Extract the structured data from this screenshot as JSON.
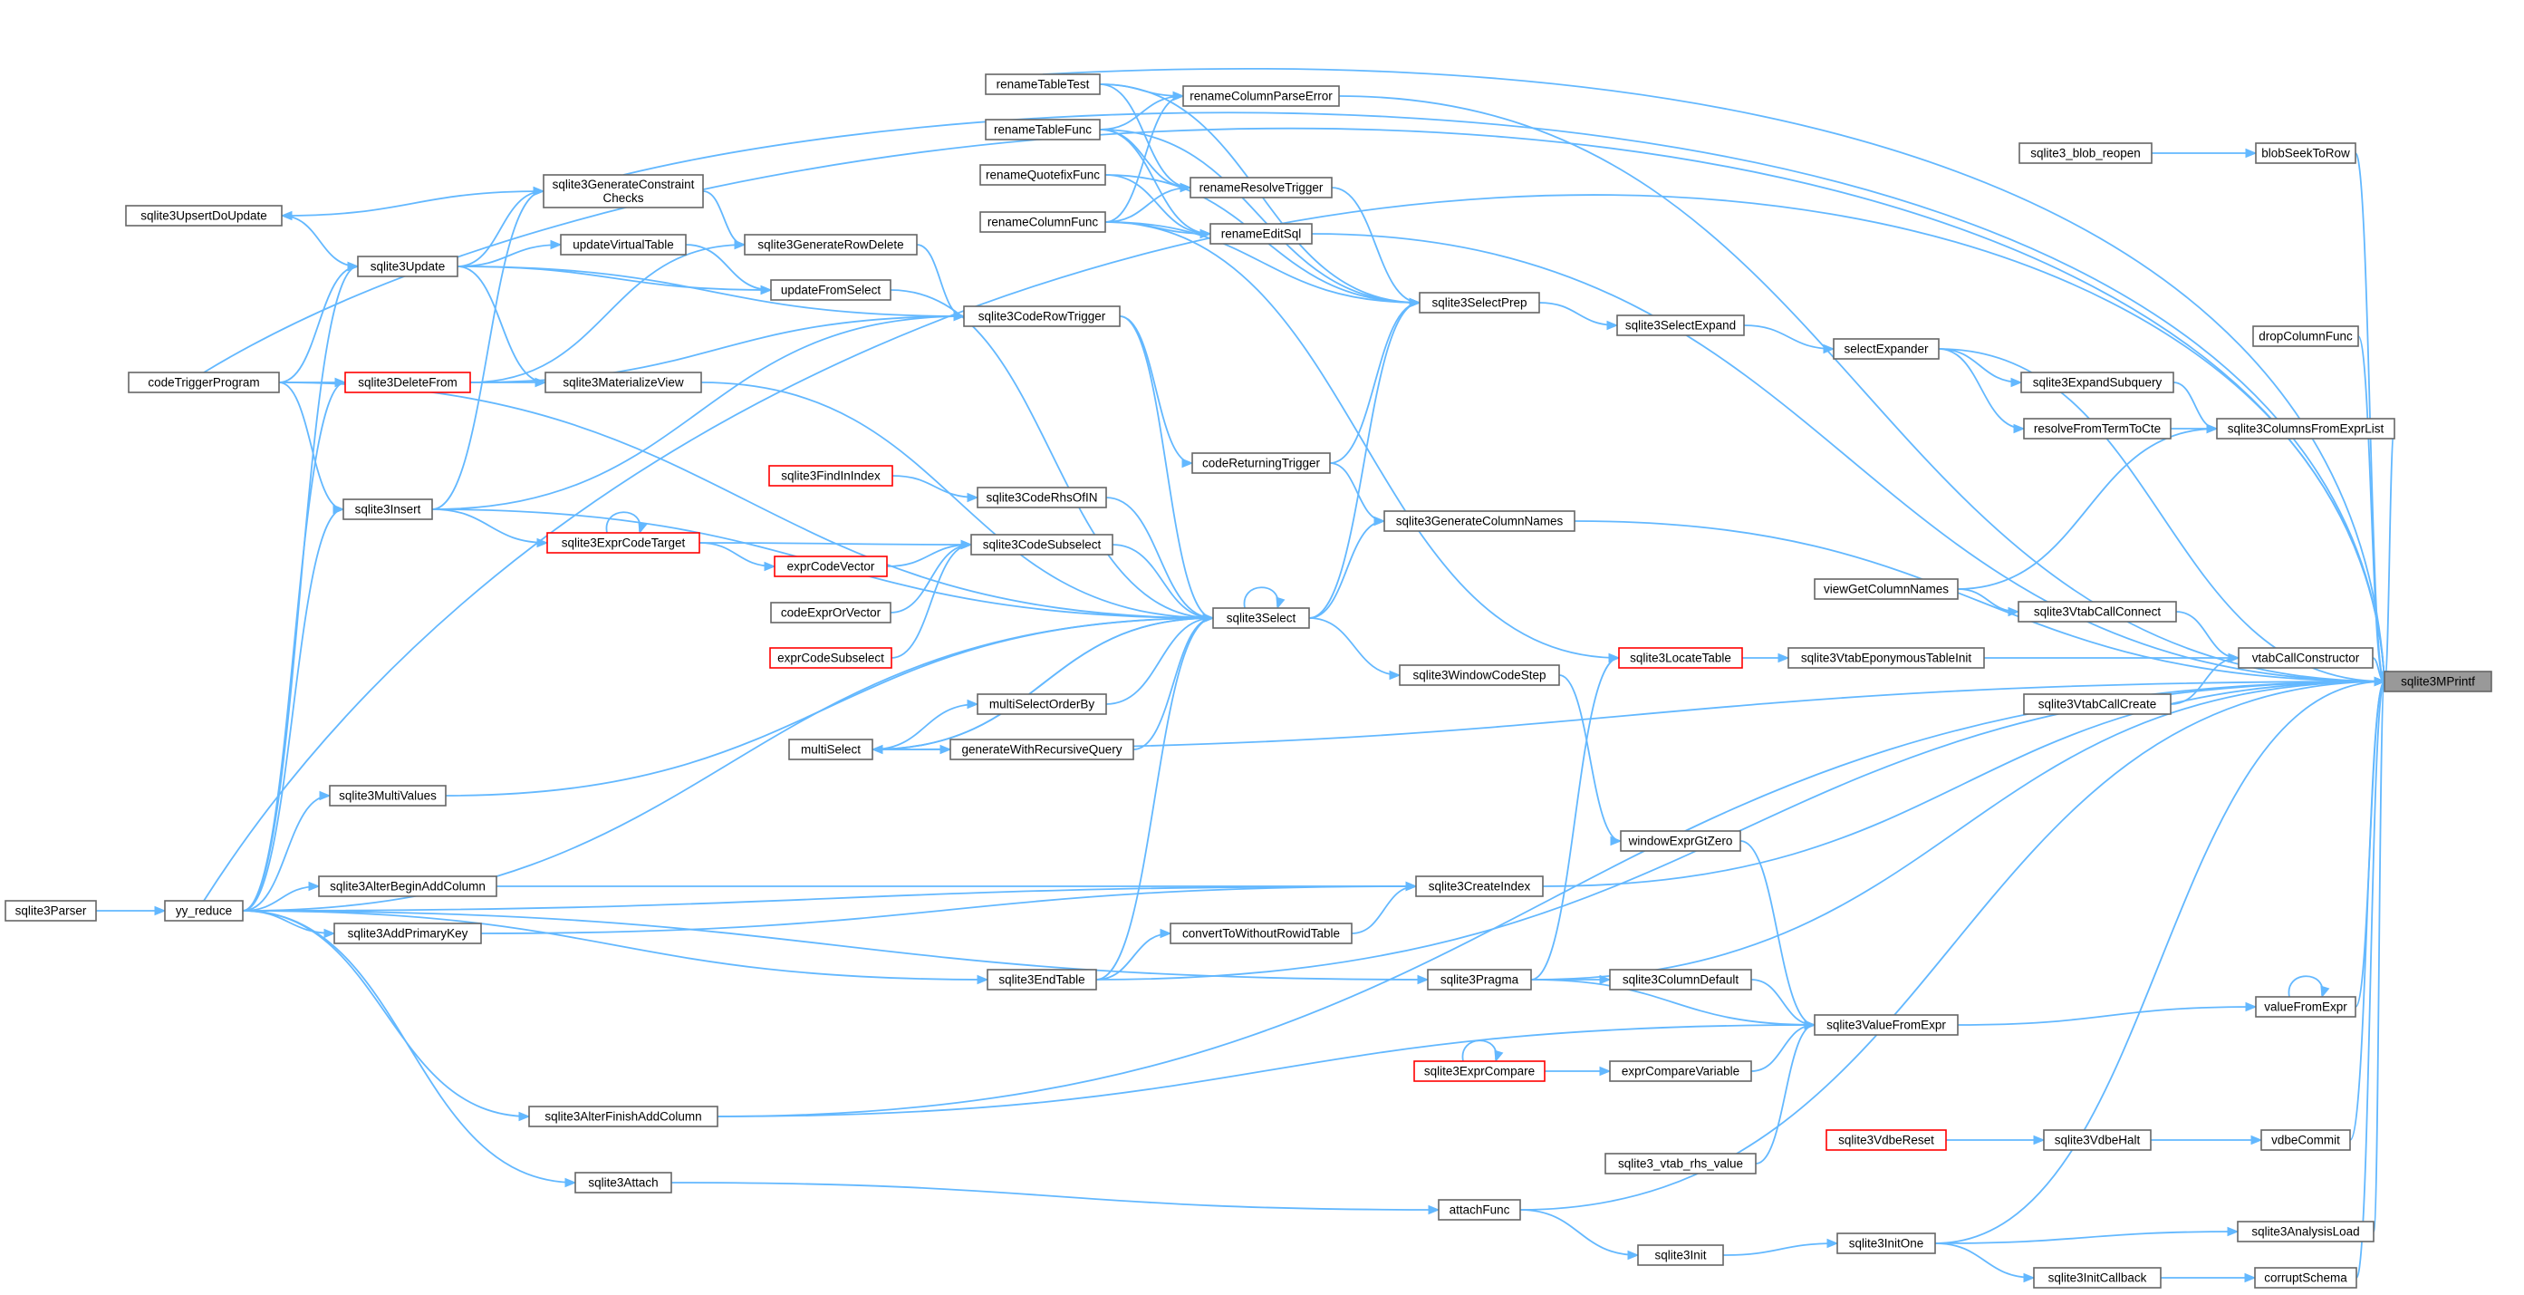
{
  "graph": {
    "root": "sqlite3MPrintf",
    "colors": {
      "edge": "#63b8ff",
      "node_border": "#666666",
      "highlight_border": "#ff0000",
      "root_fill": "#999999"
    },
    "nodes": [
      {
        "id": "sqlite3MPrintf",
        "label": "sqlite3MPrintf",
        "style": "root"
      },
      {
        "id": "renameTableTest",
        "label": "renameTableTest"
      },
      {
        "id": "renameColumnParseError",
        "label": "renameColumnParseError"
      },
      {
        "id": "renameTableFunc",
        "label": "renameTableFunc"
      },
      {
        "id": "renameQuotefixFunc",
        "label": "renameQuotefixFunc"
      },
      {
        "id": "renameResolveTrigger",
        "label": "renameResolveTrigger"
      },
      {
        "id": "renameColumnFunc",
        "label": "renameColumnFunc"
      },
      {
        "id": "renameEditSql",
        "label": "renameEditSql"
      },
      {
        "id": "sqlite3_blob_reopen",
        "label": "sqlite3_blob_reopen"
      },
      {
        "id": "blobSeekToRow",
        "label": "blobSeekToRow"
      },
      {
        "id": "sqlite3UpsertDoUpdate",
        "label": "sqlite3UpsertDoUpdate"
      },
      {
        "id": "sqlite3GenerateConstraintChecks",
        "label": "sqlite3GenerateConstraint\nChecks"
      },
      {
        "id": "sqlite3Update",
        "label": "sqlite3Update"
      },
      {
        "id": "updateVirtualTable",
        "label": "updateVirtualTable"
      },
      {
        "id": "sqlite3GenerateRowDelete",
        "label": "sqlite3GenerateRowDelete"
      },
      {
        "id": "updateFromSelect",
        "label": "updateFromSelect"
      },
      {
        "id": "sqlite3SelectPrep",
        "label": "sqlite3SelectPrep"
      },
      {
        "id": "sqlite3SelectExpand",
        "label": "sqlite3SelectExpand"
      },
      {
        "id": "sqlite3CodeRowTrigger",
        "label": "sqlite3CodeRowTrigger"
      },
      {
        "id": "selectExpander",
        "label": "selectExpander"
      },
      {
        "id": "dropColumnFunc",
        "label": "dropColumnFunc"
      },
      {
        "id": "codeTriggerProgram",
        "label": "codeTriggerProgram"
      },
      {
        "id": "sqlite3DeleteFrom",
        "label": "sqlite3DeleteFrom",
        "style": "red"
      },
      {
        "id": "sqlite3MaterializeView",
        "label": "sqlite3MaterializeView"
      },
      {
        "id": "sqlite3ExpandSubquery",
        "label": "sqlite3ExpandSubquery"
      },
      {
        "id": "resolveFromTermToCte",
        "label": "resolveFromTermToCte"
      },
      {
        "id": "sqlite3ColumnsFromExprList",
        "label": "sqlite3ColumnsFromExprList"
      },
      {
        "id": "codeReturningTrigger",
        "label": "codeReturningTrigger"
      },
      {
        "id": "sqlite3FindInIndex",
        "label": "sqlite3FindInIndex",
        "style": "red"
      },
      {
        "id": "sqlite3CodeRhsOfIN",
        "label": "sqlite3CodeRhsOfIN"
      },
      {
        "id": "sqlite3Insert",
        "label": "sqlite3Insert"
      },
      {
        "id": "sqlite3GenerateColumnNames",
        "label": "sqlite3GenerateColumnNames"
      },
      {
        "id": "sqlite3ExprCodeTarget",
        "label": "sqlite3ExprCodeTarget",
        "style": "red"
      },
      {
        "id": "sqlite3CodeSubselect",
        "label": "sqlite3CodeSubselect"
      },
      {
        "id": "exprCodeVector",
        "label": "exprCodeVector",
        "style": "red"
      },
      {
        "id": "viewGetColumnNames",
        "label": "viewGetColumnNames"
      },
      {
        "id": "codeExprOrVector",
        "label": "codeExprOrVector"
      },
      {
        "id": "sqlite3Select",
        "label": "sqlite3Select"
      },
      {
        "id": "sqlite3VtabCallConnect",
        "label": "sqlite3VtabCallConnect"
      },
      {
        "id": "exprCodeSubselect",
        "label": "exprCodeSubselect",
        "style": "red"
      },
      {
        "id": "sqlite3LocateTable",
        "label": "sqlite3LocateTable",
        "style": "red"
      },
      {
        "id": "sqlite3VtabEponymousTableInit",
        "label": "sqlite3VtabEponymousTableInit"
      },
      {
        "id": "vtabCallConstructor",
        "label": "vtabCallConstructor"
      },
      {
        "id": "sqlite3WindowCodeStep",
        "label": "sqlite3WindowCodeStep"
      },
      {
        "id": "multiSelectOrderBy",
        "label": "multiSelectOrderBy"
      },
      {
        "id": "sqlite3VtabCallCreate",
        "label": "sqlite3VtabCallCreate"
      },
      {
        "id": "multiSelect",
        "label": "multiSelect"
      },
      {
        "id": "generateWithRecursiveQuery",
        "label": "generateWithRecursiveQuery"
      },
      {
        "id": "sqlite3MultiValues",
        "label": "sqlite3MultiValues"
      },
      {
        "id": "windowExprGtZero",
        "label": "windowExprGtZero"
      },
      {
        "id": "sqlite3AlterBeginAddColumn",
        "label": "sqlite3AlterBeginAddColumn"
      },
      {
        "id": "sqlite3CreateIndex",
        "label": "sqlite3CreateIndex"
      },
      {
        "id": "sqlite3Parser",
        "label": "sqlite3Parser"
      },
      {
        "id": "yy_reduce",
        "label": "yy_reduce"
      },
      {
        "id": "sqlite3AddPrimaryKey",
        "label": "sqlite3AddPrimaryKey"
      },
      {
        "id": "convertToWithoutRowidTable",
        "label": "convertToWithoutRowidTable"
      },
      {
        "id": "sqlite3EndTable",
        "label": "sqlite3EndTable"
      },
      {
        "id": "sqlite3Pragma",
        "label": "sqlite3Pragma"
      },
      {
        "id": "sqlite3ColumnDefault",
        "label": "sqlite3ColumnDefault"
      },
      {
        "id": "valueFromExpr",
        "label": "valueFromExpr"
      },
      {
        "id": "sqlite3ValueFromExpr",
        "label": "sqlite3ValueFromExpr"
      },
      {
        "id": "sqlite3ExprCompare",
        "label": "sqlite3ExprCompare",
        "style": "red"
      },
      {
        "id": "exprCompareVariable",
        "label": "exprCompareVariable"
      },
      {
        "id": "sqlite3AlterFinishAddColumn",
        "label": "sqlite3AlterFinishAddColumn"
      },
      {
        "id": "sqlite3VdbeReset",
        "label": "sqlite3VdbeReset",
        "style": "red"
      },
      {
        "id": "sqlite3VdbeHalt",
        "label": "sqlite3VdbeHalt"
      },
      {
        "id": "vdbeCommit",
        "label": "vdbeCommit"
      },
      {
        "id": "sqlite3_vtab_rhs_value",
        "label": "sqlite3_vtab_rhs_value"
      },
      {
        "id": "sqlite3Attach",
        "label": "sqlite3Attach"
      },
      {
        "id": "attachFunc",
        "label": "attachFunc"
      },
      {
        "id": "sqlite3AnalysisLoad",
        "label": "sqlite3AnalysisLoad"
      },
      {
        "id": "sqlite3Init",
        "label": "sqlite3Init"
      },
      {
        "id": "sqlite3InitOne",
        "label": "sqlite3InitOne"
      },
      {
        "id": "sqlite3InitCallback",
        "label": "sqlite3InitCallback"
      },
      {
        "id": "corruptSchema",
        "label": "corruptSchema"
      }
    ],
    "edges": [
      [
        "renameTableTest",
        "renameColumnParseError"
      ],
      [
        "renameTableTest",
        "renameResolveTrigger"
      ],
      [
        "renameTableTest",
        "sqlite3SelectPrep"
      ],
      [
        "renameTableTest",
        "sqlite3MPrintf"
      ],
      [
        "renameColumnParseError",
        "sqlite3MPrintf"
      ],
      [
        "renameTableFunc",
        "renameColumnParseError"
      ],
      [
        "renameTableFunc",
        "renameEditSql"
      ],
      [
        "renameTableFunc",
        "renameResolveTrigger"
      ],
      [
        "renameTableFunc",
        "sqlite3SelectPrep"
      ],
      [
        "renameQuotefixFunc",
        "renameEditSql"
      ],
      [
        "renameQuotefixFunc",
        "sqlite3SelectPrep"
      ],
      [
        "renameColumnFunc",
        "renameColumnParseError"
      ],
      [
        "renameColumnFunc",
        "renameEditSql"
      ],
      [
        "renameColumnFunc",
        "renameResolveTrigger"
      ],
      [
        "renameColumnFunc",
        "sqlite3SelectPrep"
      ],
      [
        "renameColumnFunc",
        "sqlite3LocateTable"
      ],
      [
        "renameResolveTrigger",
        "sqlite3SelectPrep"
      ],
      [
        "renameEditSql",
        "sqlite3MPrintf"
      ],
      [
        "sqlite3_blob_reopen",
        "blobSeekToRow"
      ],
      [
        "blobSeekToRow",
        "sqlite3MPrintf"
      ],
      [
        "sqlite3GenerateConstraintChecks",
        "sqlite3UpsertDoUpdate"
      ],
      [
        "sqlite3GenerateConstraintChecks",
        "sqlite3GenerateRowDelete"
      ],
      [
        "sqlite3GenerateConstraintChecks",
        "sqlite3MPrintf"
      ],
      [
        "sqlite3UpsertDoUpdate",
        "sqlite3Update"
      ],
      [
        "sqlite3Update",
        "sqlite3GenerateConstraintChecks"
      ],
      [
        "sqlite3Update",
        "updateVirtualTable"
      ],
      [
        "sqlite3Update",
        "updateFromSelect"
      ],
      [
        "sqlite3Update",
        "sqlite3MaterializeView"
      ],
      [
        "sqlite3Update",
        "sqlite3CodeRowTrigger"
      ],
      [
        "updateVirtualTable",
        "updateFromSelect"
      ],
      [
        "sqlite3GenerateRowDelete",
        "sqlite3CodeRowTrigger"
      ],
      [
        "updateFromSelect",
        "sqlite3Select"
      ],
      [
        "sqlite3SelectPrep",
        "sqlite3SelectExpand"
      ],
      [
        "sqlite3SelectExpand",
        "selectExpander"
      ],
      [
        "selectExpander",
        "sqlite3ExpandSubquery"
      ],
      [
        "selectExpander",
        "resolveFromTermToCte"
      ],
      [
        "selectExpander",
        "sqlite3MPrintf"
      ],
      [
        "sqlite3CodeRowTrigger",
        "codeReturningTrigger"
      ],
      [
        "sqlite3CodeRowTrigger",
        "sqlite3Select"
      ],
      [
        "dropColumnFunc",
        "sqlite3MPrintf"
      ],
      [
        "codeTriggerProgram",
        "sqlite3Update"
      ],
      [
        "codeTriggerProgram",
        "sqlite3DeleteFrom"
      ],
      [
        "codeTriggerProgram",
        "sqlite3Insert"
      ],
      [
        "codeTriggerProgram",
        "sqlite3Select"
      ],
      [
        "codeTriggerProgram",
        "sqlite3MPrintf"
      ],
      [
        "sqlite3DeleteFrom",
        "sqlite3GenerateRowDelete"
      ],
      [
        "sqlite3DeleteFrom",
        "sqlite3MaterializeView"
      ],
      [
        "sqlite3DeleteFrom",
        "sqlite3CodeRowTrigger"
      ],
      [
        "sqlite3MaterializeView",
        "sqlite3Select"
      ],
      [
        "sqlite3ExpandSubquery",
        "sqlite3ColumnsFromExprList"
      ],
      [
        "resolveFromTermToCte",
        "sqlite3ColumnsFromExprList"
      ],
      [
        "sqlite3ColumnsFromExprList",
        "sqlite3MPrintf"
      ],
      [
        "codeReturningTrigger",
        "sqlite3SelectPrep"
      ],
      [
        "codeReturningTrigger",
        "sqlite3GenerateColumnNames"
      ],
      [
        "sqlite3FindInIndex",
        "sqlite3CodeRhsOfIN"
      ],
      [
        "sqlite3CodeRhsOfIN",
        "sqlite3Select"
      ],
      [
        "sqlite3Insert",
        "sqlite3GenerateConstraintChecks"
      ],
      [
        "sqlite3Insert",
        "sqlite3ExprCodeTarget"
      ],
      [
        "sqlite3Insert",
        "sqlite3CodeRowTrigger"
      ],
      [
        "sqlite3Insert",
        "sqlite3Select"
      ],
      [
        "sqlite3GenerateColumnNames",
        "sqlite3MPrintf"
      ],
      [
        "sqlite3ExprCodeTarget",
        "sqlite3ExprCodeTarget"
      ],
      [
        "sqlite3ExprCodeTarget",
        "exprCodeVector"
      ],
      [
        "sqlite3ExprCodeTarget",
        "sqlite3CodeSubselect"
      ],
      [
        "exprCodeVector",
        "sqlite3CodeSubselect"
      ],
      [
        "codeExprOrVector",
        "sqlite3CodeSubselect"
      ],
      [
        "exprCodeSubselect",
        "sqlite3CodeSubselect"
      ],
      [
        "sqlite3CodeSubselect",
        "sqlite3Select"
      ],
      [
        "viewGetColumnNames",
        "sqlite3ColumnsFromExprList"
      ],
      [
        "viewGetColumnNames",
        "sqlite3VtabCallConnect"
      ],
      [
        "sqlite3Select",
        "sqlite3Select"
      ],
      [
        "sqlite3Select",
        "sqlite3SelectPrep"
      ],
      [
        "sqlite3Select",
        "sqlite3GenerateColumnNames"
      ],
      [
        "sqlite3Select",
        "sqlite3WindowCodeStep"
      ],
      [
        "sqlite3Select",
        "multiSelect"
      ],
      [
        "sqlite3VtabCallConnect",
        "vtabCallConstructor"
      ],
      [
        "sqlite3LocateTable",
        "sqlite3VtabEponymousTableInit"
      ],
      [
        "sqlite3VtabEponymousTableInit",
        "vtabCallConstructor"
      ],
      [
        "vtabCallConstructor",
        "sqlite3MPrintf"
      ],
      [
        "sqlite3WindowCodeStep",
        "windowExprGtZero"
      ],
      [
        "multiSelectOrderBy",
        "sqlite3Select"
      ],
      [
        "sqlite3VtabCallCreate",
        "vtabCallConstructor"
      ],
      [
        "multiSelect",
        "multiSelectOrderBy"
      ],
      [
        "multiSelect",
        "generateWithRecursiveQuery"
      ],
      [
        "multiSelect",
        "sqlite3Select"
      ],
      [
        "multiSelect",
        "sqlite3MPrintf"
      ],
      [
        "generateWithRecursiveQuery",
        "sqlite3Select"
      ],
      [
        "sqlite3MultiValues",
        "sqlite3Select"
      ],
      [
        "windowExprGtZero",
        "sqlite3ValueFromExpr"
      ],
      [
        "sqlite3AlterBeginAddColumn",
        "sqlite3CreateIndex"
      ],
      [
        "sqlite3CreateIndex",
        "sqlite3MPrintf"
      ],
      [
        "sqlite3Parser",
        "yy_reduce"
      ],
      [
        "yy_reduce",
        "sqlite3Update"
      ],
      [
        "yy_reduce",
        "sqlite3DeleteFrom"
      ],
      [
        "yy_reduce",
        "sqlite3Insert"
      ],
      [
        "yy_reduce",
        "sqlite3Select"
      ],
      [
        "yy_reduce",
        "sqlite3MultiValues"
      ],
      [
        "yy_reduce",
        "sqlite3AlterBeginAddColumn"
      ],
      [
        "yy_reduce",
        "sqlite3AddPrimaryKey"
      ],
      [
        "yy_reduce",
        "sqlite3EndTable"
      ],
      [
        "yy_reduce",
        "sqlite3CreateIndex"
      ],
      [
        "yy_reduce",
        "sqlite3Pragma"
      ],
      [
        "yy_reduce",
        "sqlite3AlterFinishAddColumn"
      ],
      [
        "yy_reduce",
        "sqlite3Attach"
      ],
      [
        "yy_reduce",
        "sqlite3MPrintf"
      ],
      [
        "sqlite3AddPrimaryKey",
        "sqlite3CreateIndex"
      ],
      [
        "convertToWithoutRowidTable",
        "sqlite3CreateIndex"
      ],
      [
        "sqlite3EndTable",
        "convertToWithoutRowidTable"
      ],
      [
        "sqlite3EndTable",
        "sqlite3Select"
      ],
      [
        "sqlite3EndTable",
        "sqlite3MPrintf"
      ],
      [
        "sqlite3Pragma",
        "sqlite3LocateTable"
      ],
      [
        "sqlite3Pragma",
        "sqlite3ColumnDefault"
      ],
      [
        "sqlite3Pragma",
        "sqlite3ValueFromExpr"
      ],
      [
        "sqlite3Pragma",
        "sqlite3MPrintf"
      ],
      [
        "sqlite3ColumnDefault",
        "sqlite3ValueFromExpr"
      ],
      [
        "valueFromExpr",
        "valueFromExpr"
      ],
      [
        "valueFromExpr",
        "sqlite3MPrintf"
      ],
      [
        "sqlite3ValueFromExpr",
        "valueFromExpr"
      ],
      [
        "sqlite3ExprCompare",
        "sqlite3ExprCompare"
      ],
      [
        "sqlite3ExprCompare",
        "exprCompareVariable"
      ],
      [
        "exprCompareVariable",
        "sqlite3ValueFromExpr"
      ],
      [
        "sqlite3AlterFinishAddColumn",
        "sqlite3ValueFromExpr"
      ],
      [
        "sqlite3AlterFinishAddColumn",
        "sqlite3MPrintf"
      ],
      [
        "sqlite3VdbeReset",
        "sqlite3VdbeHalt"
      ],
      [
        "sqlite3VdbeHalt",
        "vdbeCommit"
      ],
      [
        "vdbeCommit",
        "sqlite3MPrintf"
      ],
      [
        "sqlite3_vtab_rhs_value",
        "sqlite3ValueFromExpr"
      ],
      [
        "sqlite3Attach",
        "attachFunc"
      ],
      [
        "attachFunc",
        "sqlite3Init"
      ],
      [
        "attachFunc",
        "sqlite3MPrintf"
      ],
      [
        "sqlite3AnalysisLoad",
        "sqlite3MPrintf"
      ],
      [
        "sqlite3Init",
        "sqlite3InitOne"
      ],
      [
        "sqlite3InitOne",
        "sqlite3AnalysisLoad"
      ],
      [
        "sqlite3InitOne",
        "sqlite3InitCallback"
      ],
      [
        "sqlite3InitOne",
        "sqlite3MPrintf"
      ],
      [
        "sqlite3InitCallback",
        "corruptSchema"
      ],
      [
        "corruptSchema",
        "sqlite3MPrintf"
      ]
    ]
  }
}
